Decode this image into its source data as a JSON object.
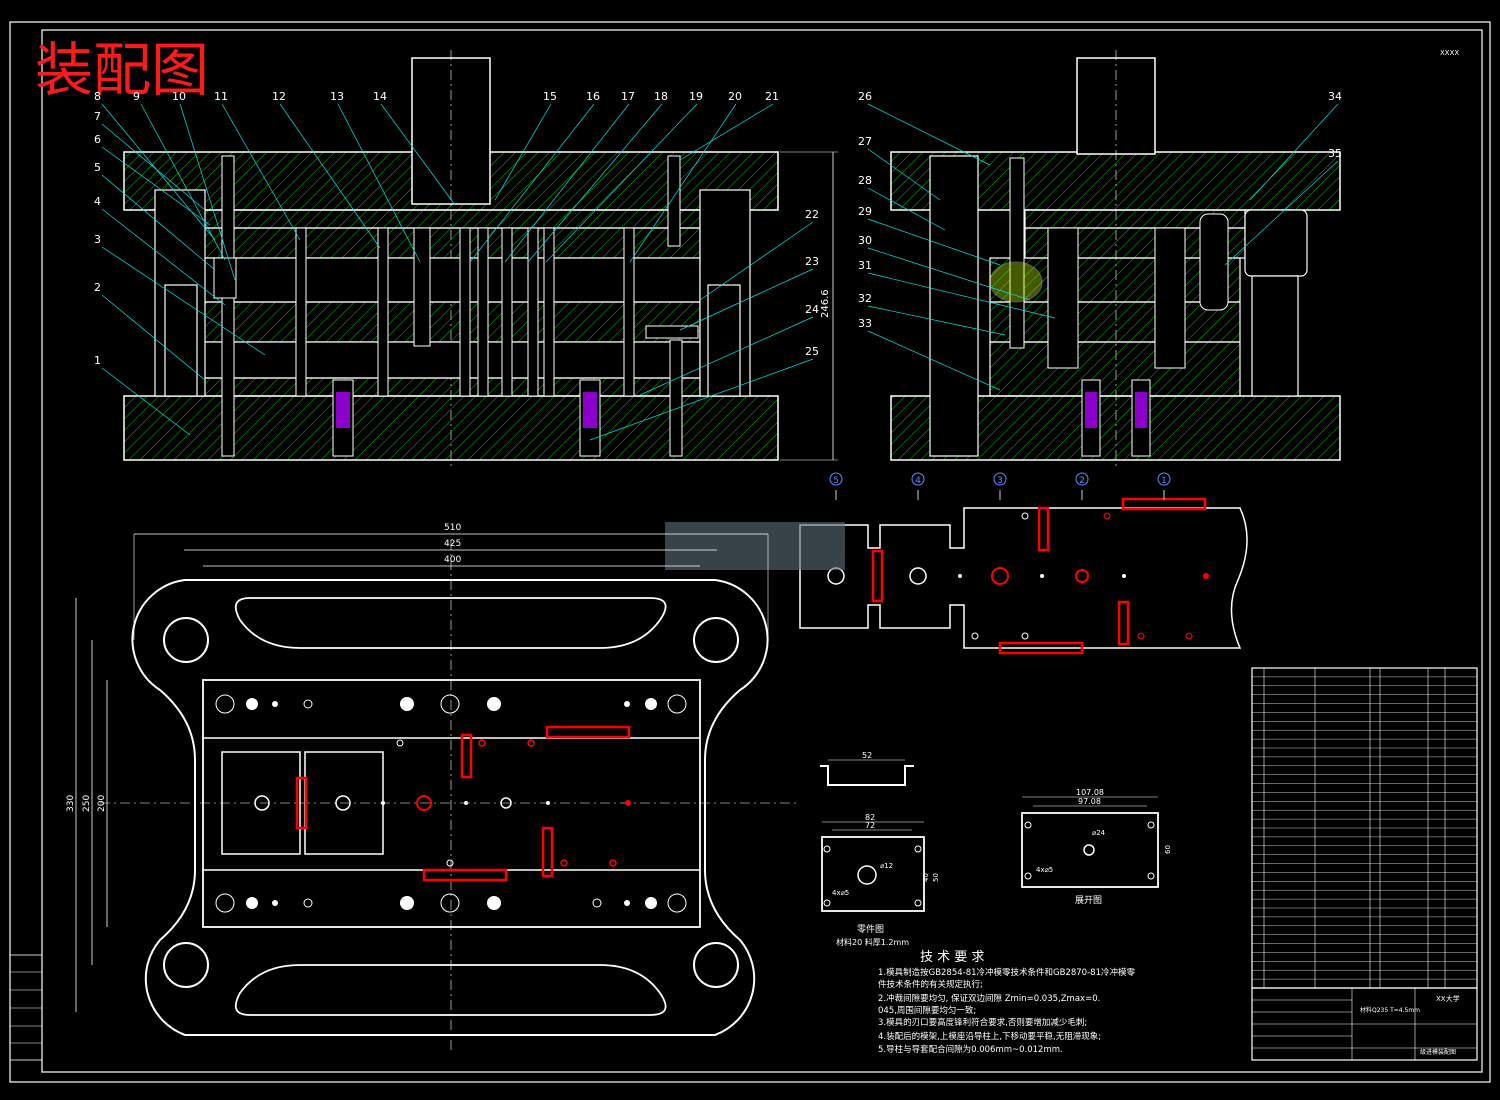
{
  "title": "装配图",
  "colors": {
    "background": "#000000",
    "line": "#ffffff",
    "hatch": "#00c000",
    "leader": "#00e5e5",
    "marker": "#ff0000",
    "dimension": "#ffffff",
    "spring": "#b000ff",
    "circle_callout": "#5a8cff"
  },
  "corner_note": "XXXX",
  "front_callouts": [
    "8",
    "9",
    "10",
    "11",
    "12",
    "13",
    "14",
    "15",
    "16",
    "17",
    "18",
    "19",
    "20",
    "21",
    "7",
    "6",
    "5",
    "4",
    "3",
    "2",
    "1",
    "22",
    "23",
    "24",
    "25"
  ],
  "side_callouts": [
    "26",
    "27",
    "28",
    "29",
    "30",
    "31",
    "32",
    "33",
    "34",
    "35"
  ],
  "dims": {
    "height": "246.6",
    "w510": "510",
    "w425": "425",
    "w400": "400",
    "h330": "330",
    "h250": "250",
    "h200": "200",
    "part_52": "52",
    "part_82": "82",
    "part_72": "72",
    "part_40": "40",
    "part_50": "50",
    "blank_107": "107.08",
    "blank_97": "97.08",
    "blank_60": "60",
    "hole_4x5": "4x⌀5",
    "hole_12": "⌀12",
    "hole_24": "⌀24"
  },
  "strip_station_labels": [
    "5",
    "4",
    "3",
    "2",
    "1"
  ],
  "part_drawing": {
    "label": "零件图",
    "material": "材料20  料厚1.2mm"
  },
  "blank_label": "展开图",
  "tech_req": {
    "heading": "技 术 要 求",
    "items": [
      "1.模具制造按GB2854-81冷冲模零技术条件和GB2870-81冷冲模零件技术条件的有关规定执行;",
      "2.冲裁间隙要均匀, 保证双边间隙 Zmin=0.035,Zmax=0.045,周围间隙要均匀一致;",
      "3.模具的刃口要高度锋利符合要求,否则要增加减少毛刺;",
      "4.装配后的模架,上模座沿导柱上,下移动要平稳,无阻滞现象;",
      "5.导柱与导套配合间隙为0.006mm~0.012mm."
    ]
  },
  "title_block": {
    "material": "材料Q235 T=4.5mm",
    "company": "XX大学",
    "drawing_name": "级进模装配图"
  }
}
